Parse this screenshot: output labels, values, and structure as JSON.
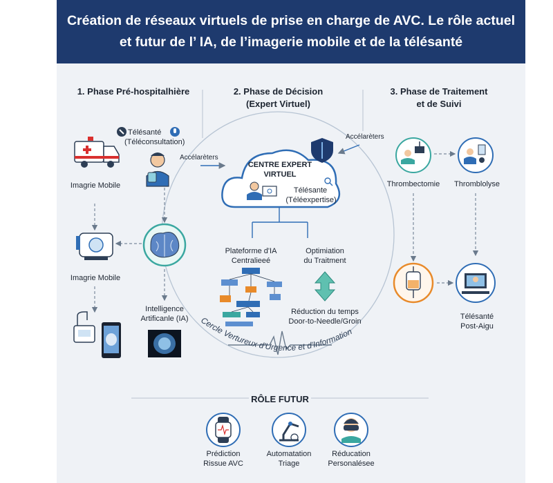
{
  "title": "Création de réseaux virtuels de prise en charge de AVC. Le rôle actuel et futur de l’ IA, de l’imagerie mobile et de la télésanté",
  "phases": {
    "pre": "1. Phase Pré-hospitalhière",
    "decision_1": "2. Phase de Décision",
    "decision_2": "(Expert Virtuel)",
    "treatment_1": "3. Phase de Traitement",
    "treatment_2": "et de Suivi"
  },
  "pre_hospital": {
    "telesante_1": "Télésanté",
    "telesante_2": "(Téléconsultation)",
    "imaging_1": "Imagrie Mobile",
    "imaging_2": "Imagrie Mobile",
    "ai_1": "Intelligence",
    "ai_2": "Artificanle (IA)"
  },
  "accelerators_left": "Accélarèters",
  "accelerators_right": "Accélarèters",
  "cloud": {
    "title_1": "CENTRE EXPERT",
    "title_2": "VIRTUEL",
    "telesante_1": "Télésante",
    "telesante_2": "(Téléexpertise)"
  },
  "decision": {
    "platform_1": "Plateforme d'IA",
    "platform_2": "Centralieeé",
    "optim_1": "Optimiation",
    "optim_2": "du Traitment",
    "reduction_1": "Réduction du temps",
    "reduction_2": "Door-to-Needle/Groin"
  },
  "treatment": {
    "thrombectomy": "Thrombectomie",
    "thrombolysis": "Thromblolyse",
    "post_1": "Télésanté",
    "post_2": "Post-Aigu"
  },
  "circle_label": "Cercle Vertureux d'Urgence et d'Information",
  "future": {
    "title": "RÔLE FUTUR",
    "items": [
      {
        "l1": "Prédiction",
        "l2": "Rissue AVC"
      },
      {
        "l1": "Automatation",
        "l2": "Triage"
      },
      {
        "l1": "Réducation",
        "l2": "Personalésee"
      }
    ]
  },
  "colors": {
    "banner": "#1e3a6e",
    "accent_blue": "#2f6db5",
    "teal": "#3aa7a0",
    "orange": "#e88a2a"
  },
  "icons": [
    "ambulance-icon",
    "doctor-icon",
    "brain-icon",
    "scanner-icon",
    "cloud-icon",
    "shield-icon",
    "flowchart-icon",
    "double-arrow-icon",
    "heartbeat-icon",
    "iv-bag-icon",
    "watch-icon",
    "robot-arm-icon",
    "vr-headset-icon"
  ]
}
